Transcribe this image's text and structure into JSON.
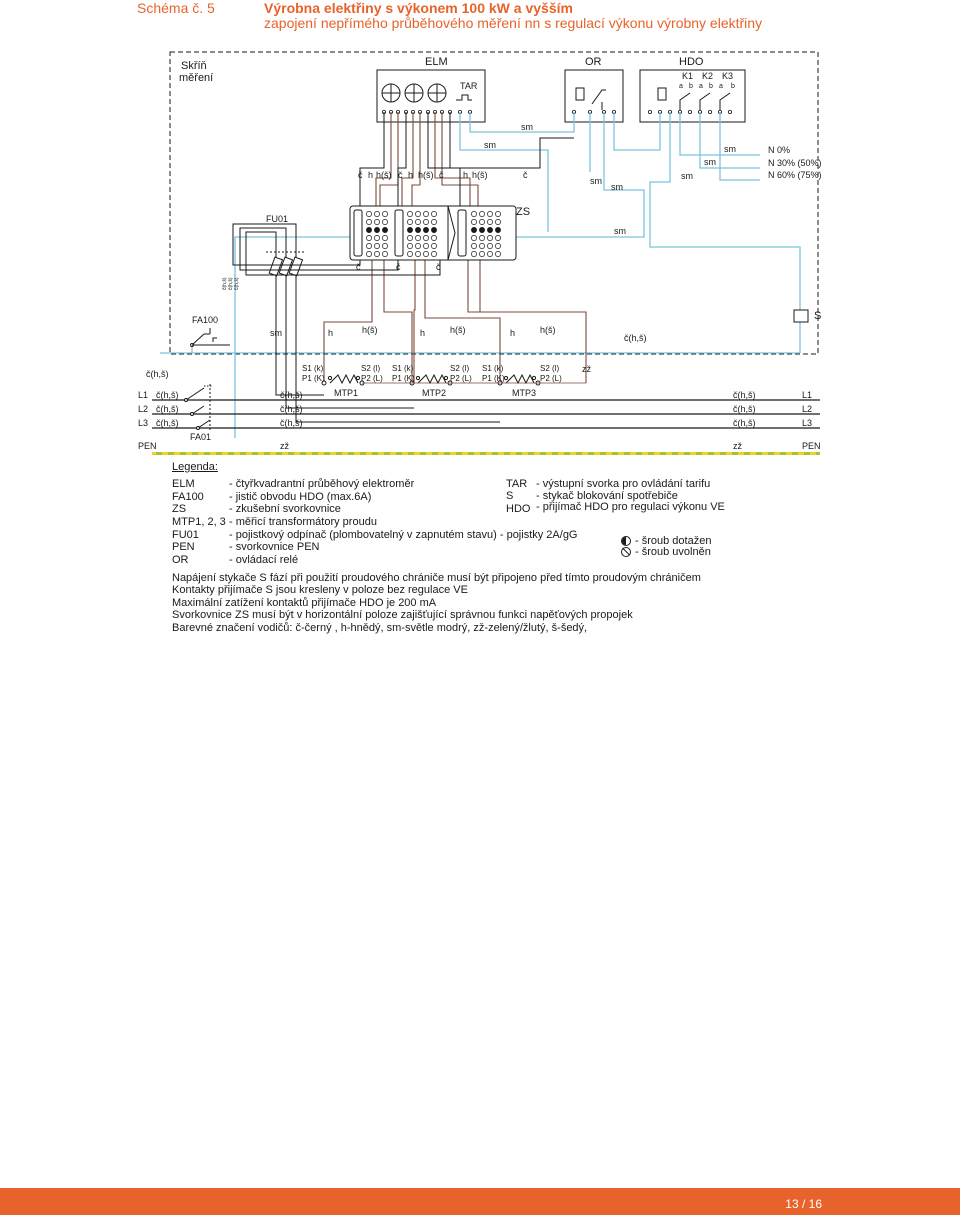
{
  "header": {
    "schema": "Schéma č. 5",
    "title": "Výrobna elektřiny s výkonem 100 kW a vyšším",
    "subtitle": "zapojení nepřímého průběhového měření nn s regulací výkonu výrobny elektřiny"
  },
  "diagram": {
    "box_label": [
      "Skříň",
      "měření"
    ],
    "elm": "ELM",
    "tar": "TAR",
    "or": "OR",
    "hdo": "HDO",
    "k1": "K1",
    "k2": "K2",
    "k3": "K3",
    "a": "a",
    "b": "b",
    "sm": "sm",
    "n0": "N 0%",
    "n30": "N 30% (50%)",
    "n60": "N 60% (75%)",
    "c": "č",
    "h": "h",
    "hs": "h(š)",
    "fu01": "FU01",
    "zs": "ZS",
    "fa100": "FA100",
    "s": "S",
    "chs": "č(h,š)",
    "s1k": "S1 (k)",
    "p1k": "P1 (K)",
    "s2l": "S2 (l)",
    "p2l": "P2 (L)",
    "mtp1": "MTP1",
    "mtp2": "MTP2",
    "mtp3": "MTP3",
    "zz": "zž",
    "l1": "L1",
    "l2": "L2",
    "l3": "L3",
    "pen": "PEN",
    "fa01": "FA01"
  },
  "legend": {
    "title": "Legenda:",
    "left": [
      {
        "key": "ELM",
        "desc": "- čtyřkvadrantní průběhový elektroměr"
      },
      {
        "key": "FA100",
        "desc": "- jistič obvodu HDO (max.6A)"
      },
      {
        "key": "ZS",
        "desc": "- zkušební svorkovnice"
      },
      {
        "key": "MTP1, 2, 3",
        "desc": "- měřicí transformátory proudu"
      },
      {
        "key": "FU01",
        "desc": "- pojistkový odpínač (plombovatelný v zapnutém stavu) - pojistky 2A/gG"
      },
      {
        "key": "PEN",
        "desc": "- svorkovnice PEN"
      },
      {
        "key": "OR",
        "desc": "- ovládací relé"
      }
    ],
    "right": [
      {
        "key": "TAR",
        "desc": "- výstupní svorka pro ovládání tarifu"
      },
      {
        "key": "S",
        "desc": "- stykač blokování spotřebiče"
      },
      {
        "key": "HDO",
        "desc": "- přijímač HDO pro regulaci výkonu VE"
      }
    ],
    "screw_tight": "- šroub dotažen",
    "screw_loose": "- šroub uvolněn"
  },
  "notes": [
    "Napájení stykače S fází při použití proudového chrániče musí být připojeno před tímto proudovým chráničem",
    "Kontakty přijímače S jsou kresleny v poloze bez regulace VE",
    "Maximální zatížení kontaktů přijímače HDO je 200 mA",
    "Svorkovnice ZS musí být v horizontální poloze zajišťující správnou funkci napěťových propojek",
    "Barevné značení vodičů: č-černý , h-hnědý, sm-světle modrý, zž-zelený/žlutý, š-šedý,"
  ],
  "footer": {
    "page": "13 / 16"
  },
  "colors": {
    "accent": "#e8632b",
    "wire_blue": "#7ac3dd",
    "wire_brown": "#7b4a3a",
    "wire_black": "#1a1a1a",
    "pe_green": "#a6c23a",
    "pe_yellow": "#f2d21b"
  }
}
